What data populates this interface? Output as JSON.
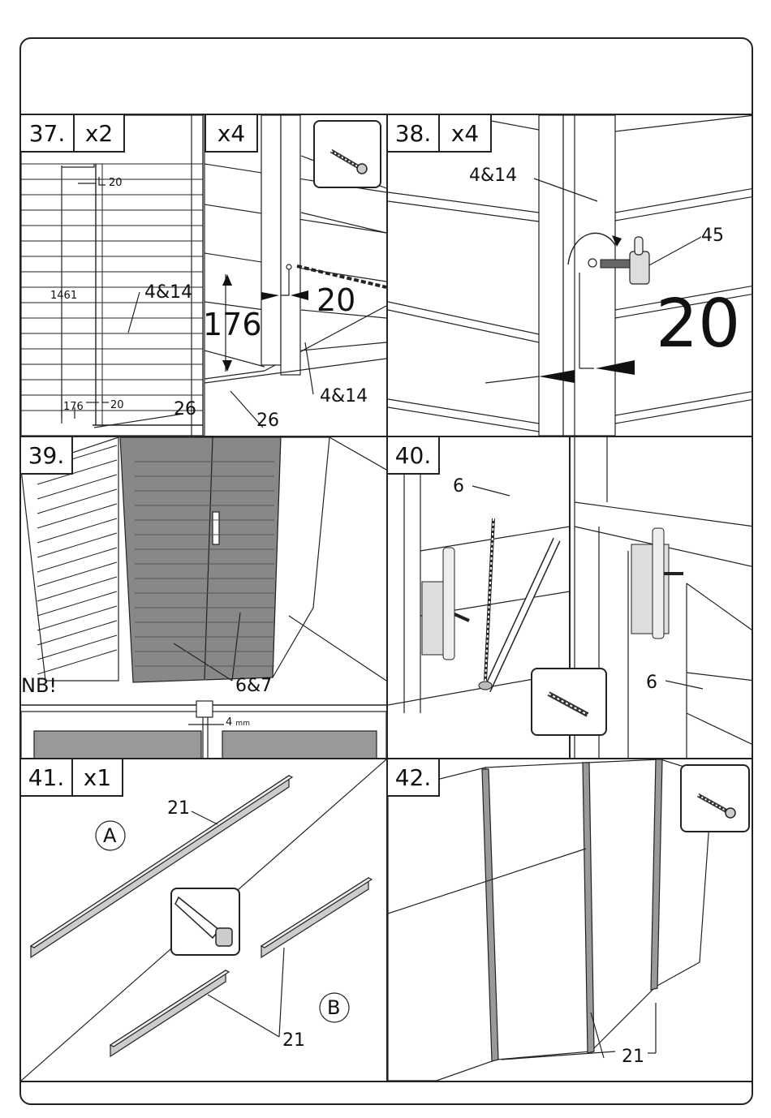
{
  "steps": [
    {
      "number": "37.",
      "qty": "x2",
      "qty2": "x4",
      "labels": {
        "dim_width": "20",
        "dim_height_total": "1461",
        "part_wall": "4&14",
        "dim_low": "176",
        "dim_low_w": "20",
        "part_base": "26",
        "big_height": "176",
        "big_width": "20",
        "part_wall_b": "4&14",
        "part_base_b": "26"
      }
    },
    {
      "number": "38.",
      "qty": "x4",
      "labels": {
        "part_wall": "4&14",
        "part_hinge": "45",
        "big_width": "20"
      }
    },
    {
      "number": "39.",
      "labels": {
        "note": "NB!",
        "part_doors": "6&7",
        "gap": "4",
        "gap_unit": "mm"
      }
    },
    {
      "number": "40.",
      "labels": {
        "part_door_a": "6",
        "part_door_b": "6"
      }
    },
    {
      "number": "41.",
      "qty": "x1",
      "labels": {
        "part_a": "21",
        "circle_a": "A",
        "circle_b": "B",
        "part_b": "21"
      }
    },
    {
      "number": "42.",
      "labels": {
        "part_trim": "21"
      }
    }
  ],
  "icons": {
    "screw": "screw-icon",
    "drill_bit": "drill-bit-icon",
    "saw": "saw-icon"
  }
}
